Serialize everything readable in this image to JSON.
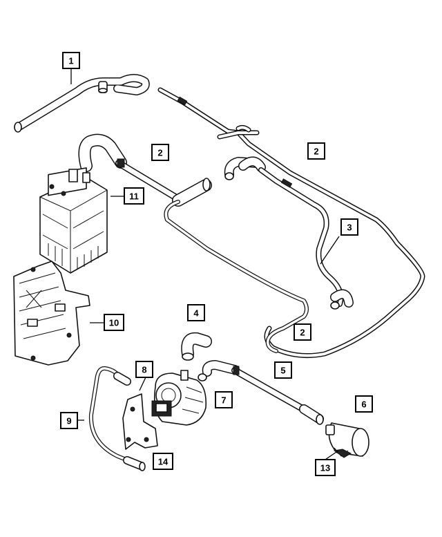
{
  "callouts": [
    {
      "id": "c1",
      "label": "1"
    },
    {
      "id": "c2a",
      "label": "2"
    },
    {
      "id": "c2b",
      "label": "2"
    },
    {
      "id": "c2c",
      "label": "2"
    },
    {
      "id": "c3",
      "label": "3"
    },
    {
      "id": "c4",
      "label": "4"
    },
    {
      "id": "c5",
      "label": "5"
    },
    {
      "id": "c6",
      "label": "6"
    },
    {
      "id": "c7",
      "label": "7"
    },
    {
      "id": "c8",
      "label": "8"
    },
    {
      "id": "c9",
      "label": "9"
    },
    {
      "id": "c10",
      "label": "10"
    },
    {
      "id": "c11",
      "label": "11"
    },
    {
      "id": "c13",
      "label": "13"
    },
    {
      "id": "c14",
      "label": "14"
    }
  ]
}
